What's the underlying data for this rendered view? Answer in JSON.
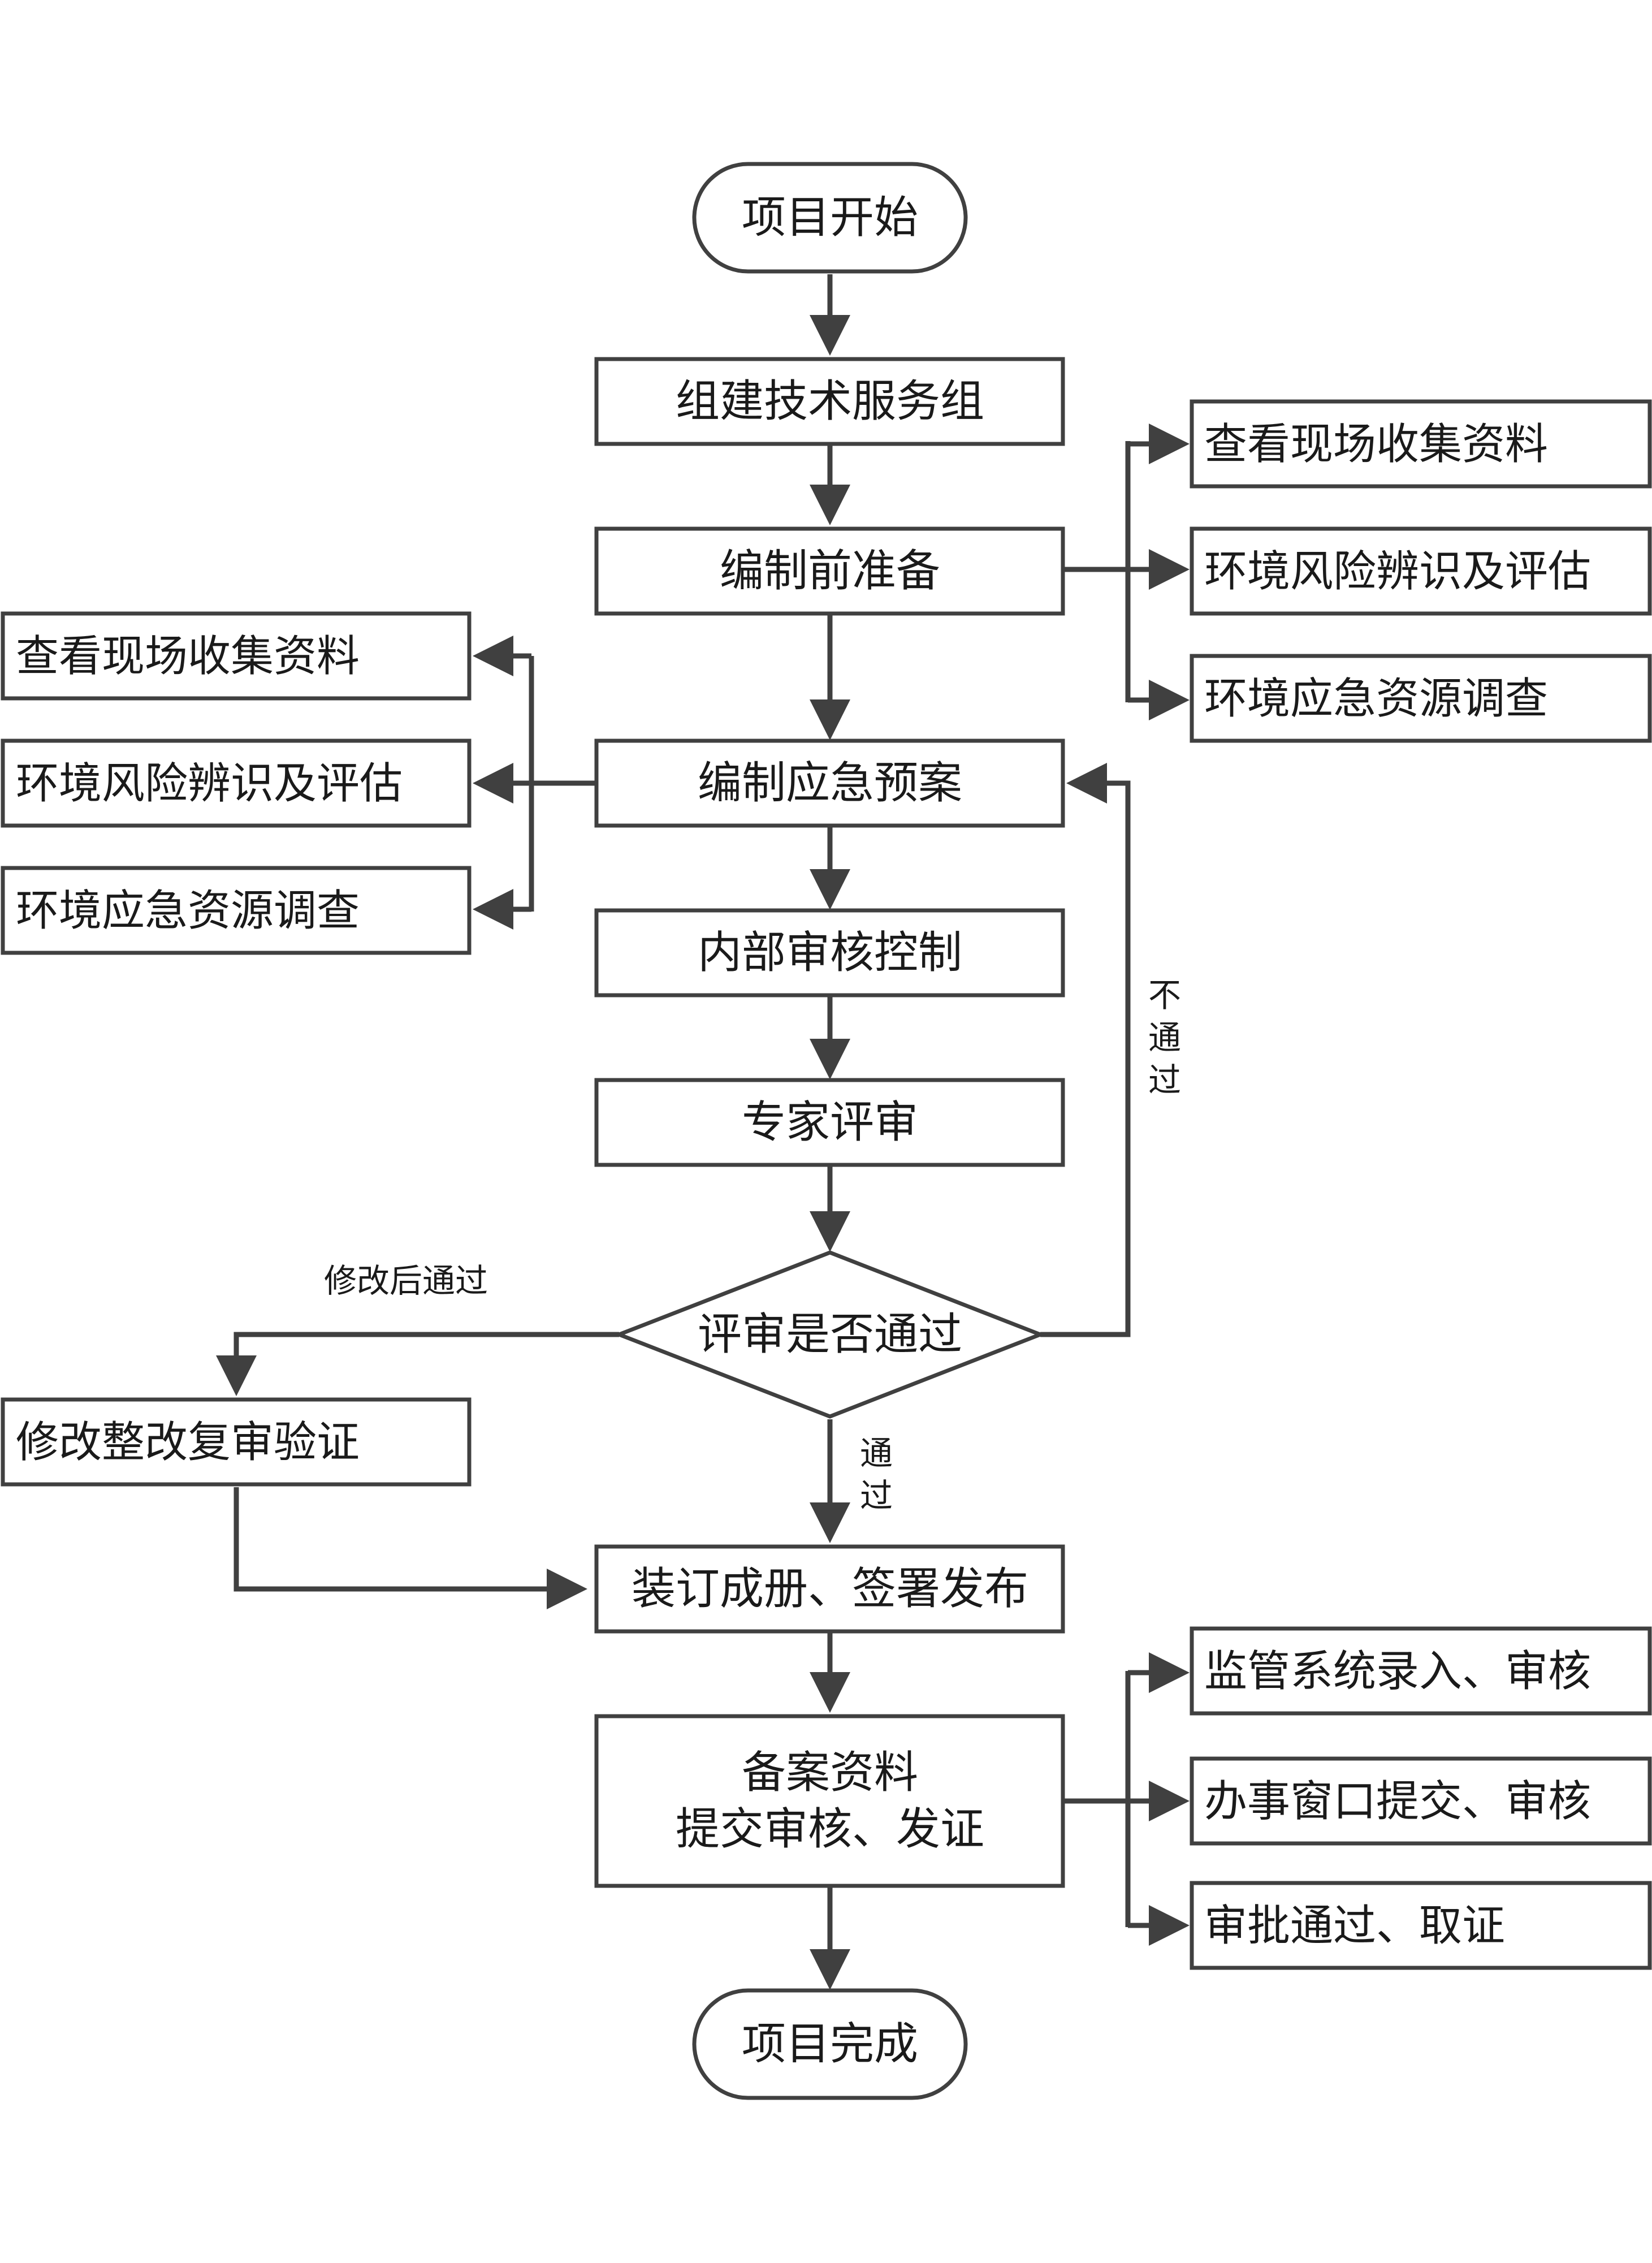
{
  "nodes": {
    "start": "项目开始",
    "form_team": "组建技术服务组",
    "prep": "编制前准备",
    "prep_side_1": "查看现场收集资料",
    "prep_side_2": "环境风险辨识及评估",
    "prep_side_3": "环境应急资源调查",
    "compile_plan": "编制应急预案",
    "compile_side_1": "查看现场收集资料",
    "compile_side_2": "环境风险辨识及评估",
    "compile_side_3": "环境应急资源调查",
    "internal_audit": "内部审核控制",
    "expert_review": "专家评审",
    "decision": "评审是否通过",
    "revise": "修改整改复审验证",
    "bind_publish": "装订成册、签署发布",
    "filing_line1": "备案资料",
    "filing_line2": "提交审核、发证",
    "filing_side_1": "监管系统录入、审核",
    "filing_side_2": "办事窗口提交、审核",
    "filing_side_3": "审批通过、取证",
    "end": "项目完成"
  },
  "edges": {
    "fail_label_1": "不",
    "fail_label_2": "通",
    "fail_label_3": "过",
    "pass_label_1": "通",
    "pass_label_2": "过",
    "revise_label": "修改后通过"
  },
  "colors": {
    "stroke": "#404040",
    "text": "#1a1a1a",
    "background": "#ffffff"
  }
}
